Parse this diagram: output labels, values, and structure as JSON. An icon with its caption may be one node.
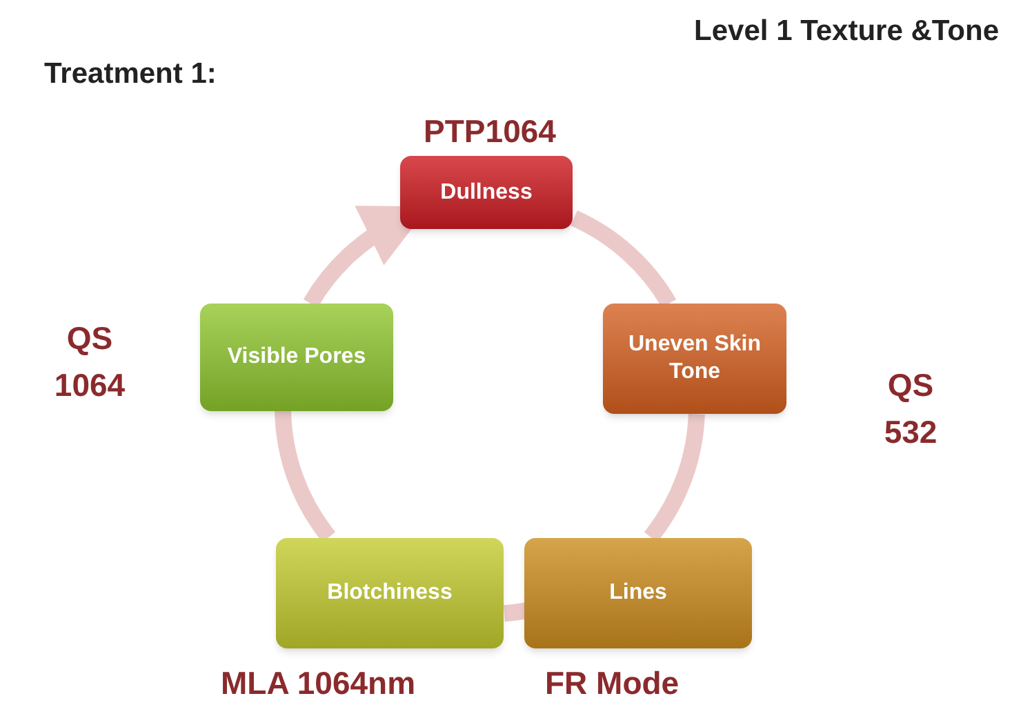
{
  "diagram": {
    "title": "Treatment 1:",
    "nodes": [
      {
        "text": [
          "Dullness"
        ],
        "beside": [
          "PTP1064"
        ]
      },
      {
        "text": [
          "Uneven Skin Tone"
        ],
        "beside": [
          "QS 532"
        ]
      },
      {
        "text": [
          "Lines"
        ],
        "beside": [
          "FR Mode"
        ]
      },
      {
        "text": [
          "Blotchiness"
        ],
        "beside": [
          "MLA 1064nm"
        ]
      },
      {
        "text": [
          "Visible Pores"
        ],
        "beside": [
          "QS 1064"
        ]
      }
    ],
    "edges": [
      {
        "from": 0,
        "to": 1,
        "arrow": "none"
      },
      {
        "from": 1,
        "to": 2,
        "arrow": "none"
      },
      {
        "from": 2,
        "to": 3,
        "arrow": "none"
      },
      {
        "from": 3,
        "to": 4,
        "arrow": "none"
      },
      {
        "from": 4,
        "to": 0,
        "arrow": "to"
      }
    ],
    "labels": [
      "Level 1 Texture &Tone"
    ]
  }
}
